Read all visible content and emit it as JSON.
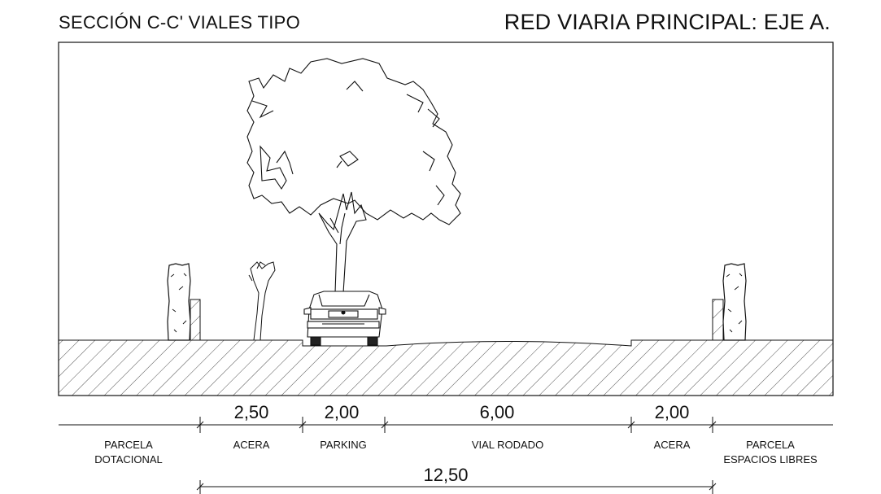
{
  "header": {
    "section_title": "SECCIÓN C-C'  VIALES TIPO",
    "plan_title": "RED VIARIA PRINCIPAL:  EJE A."
  },
  "dimensions": {
    "acera_left": "2,50",
    "parking": "2,00",
    "vial_rodado": "6,00",
    "acera_right": "2,00",
    "total": "12,50"
  },
  "zones": {
    "parcela_dotacional_line1": "PARCELA",
    "parcela_dotacional_line2": "DOTACIONAL",
    "acera_left": "ACERA",
    "parking": "PARKING",
    "vial_rodado": "VIAL RODADO",
    "acera_right": "ACERA",
    "parcela_libres_line1": "PARCELA",
    "parcela_libres_line2": "ESPACIOS LIBRES"
  }
}
